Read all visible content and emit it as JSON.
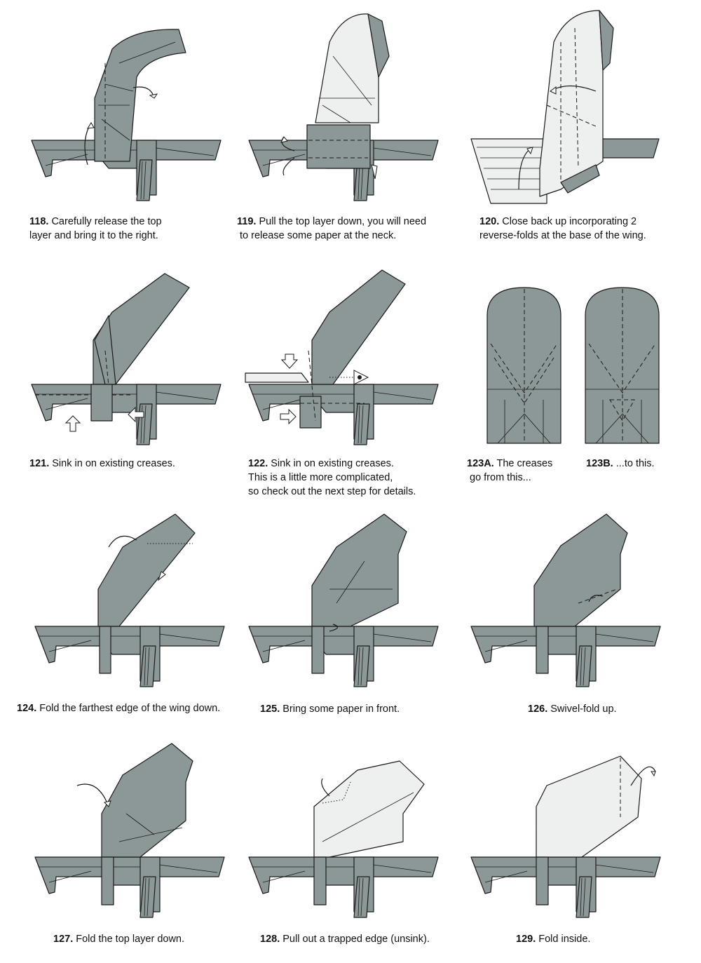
{
  "steps": [
    {
      "num": "118.",
      "line1": "Carefully release the top",
      "line2": "layer and bring it to the right.",
      "line3": ""
    },
    {
      "num": "119.",
      "line1": "Pull the top layer down, you will need",
      "line2": "to release some paper at the neck.",
      "line3": ""
    },
    {
      "num": "120.",
      "line1": "Close back up incorporating 2",
      "line2": "reverse-folds at the base of the wing.",
      "line3": ""
    },
    {
      "num": "121.",
      "line1": "Sink in on existing creases.",
      "line2": "",
      "line3": ""
    },
    {
      "num": "122.",
      "line1": "Sink in on existing creases.",
      "line2": "This is a little more complicated,",
      "line3": "so check out the next step for details."
    },
    {
      "num": "123A.",
      "line1": "The creases",
      "line2": "go from this...",
      "line3": ""
    },
    {
      "num": "123B.",
      "line1": "...to this.",
      "line2": "",
      "line3": ""
    },
    {
      "num": "124.",
      "line1": "Fold the farthest edge of the wing down.",
      "line2": "",
      "line3": ""
    },
    {
      "num": "125.",
      "line1": "Bring some paper in front.",
      "line2": "",
      "line3": ""
    },
    {
      "num": "126.",
      "line1": "Swivel-fold up.",
      "line2": "",
      "line3": ""
    },
    {
      "num": "127.",
      "line1": "Fold the top layer down.",
      "line2": "",
      "line3": ""
    },
    {
      "num": "128.",
      "line1": "Pull out a trapped edge (unsink).",
      "line2": "",
      "line3": ""
    },
    {
      "num": "129.",
      "line1": "Fold inside.",
      "line2": "",
      "line3": ""
    }
  ],
  "colors": {
    "paper": "#8c9897",
    "paper_light": "#eef0ef",
    "line": "#1a1a1a"
  }
}
